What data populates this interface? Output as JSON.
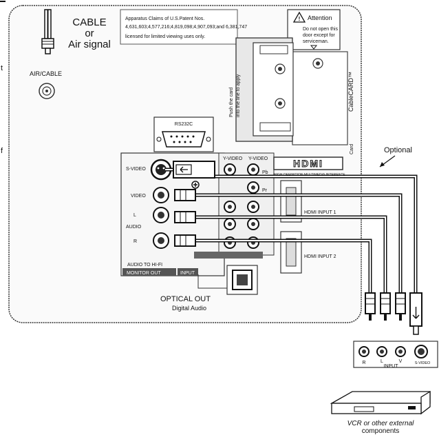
{
  "antenna": {
    "line1": "CABLE",
    "line2": "or",
    "line3": "Air signal"
  },
  "air_cable_label": "AIR/CABLE",
  "patent_note": {
    "line1": "Apparatus Claims of U.S.Patent Nos.",
    "line2": "4,631,603;4,577,216;4,819,098;4,907,093;and 6,381,747",
    "line3": "licensed for limited viewing uses only."
  },
  "attention": {
    "title": "Attention",
    "line1": "Do not open this",
    "line2": "door except for",
    "line3": "serviceman."
  },
  "push_card_text": {
    "line1": "Push the card",
    "line2": "into the line to apply"
  },
  "cablecard_label": "CableCARD™",
  "card_label": "Card",
  "rs232c_label": "RS232C",
  "optional_label": "Optional",
  "monitor_out": {
    "svideo": "S-VIDEO",
    "video": "VIDEO",
    "audio": "AUDIO",
    "l": "L",
    "r": "R",
    "audio_hifi": "AUDIO TO HI-FI",
    "monitor_out": "MONITOR OUT",
    "input": "INPUT"
  },
  "component_labels": {
    "y": "Y-VIDEO",
    "pb": "Pb",
    "pr": "Pr"
  },
  "hdmi": {
    "logo": "HDMI",
    "strip": "HIGH-DEFINITION MULTIMEDIA INTERFACE",
    "input1": "HDMI INPUT 1",
    "input2": "HDMI INPUT 2"
  },
  "optical": {
    "line1": "OPTICAL OUT",
    "line2": "Digital Audio"
  },
  "input_panel": {
    "r": "R",
    "l": "L",
    "v": "V",
    "svideo": "S-VIDEO",
    "input": "INPUT"
  },
  "vcr_caption": {
    "line1": "VCR or other external",
    "line2": "components"
  },
  "edge_text": {
    "t": "t",
    "f": "f"
  }
}
